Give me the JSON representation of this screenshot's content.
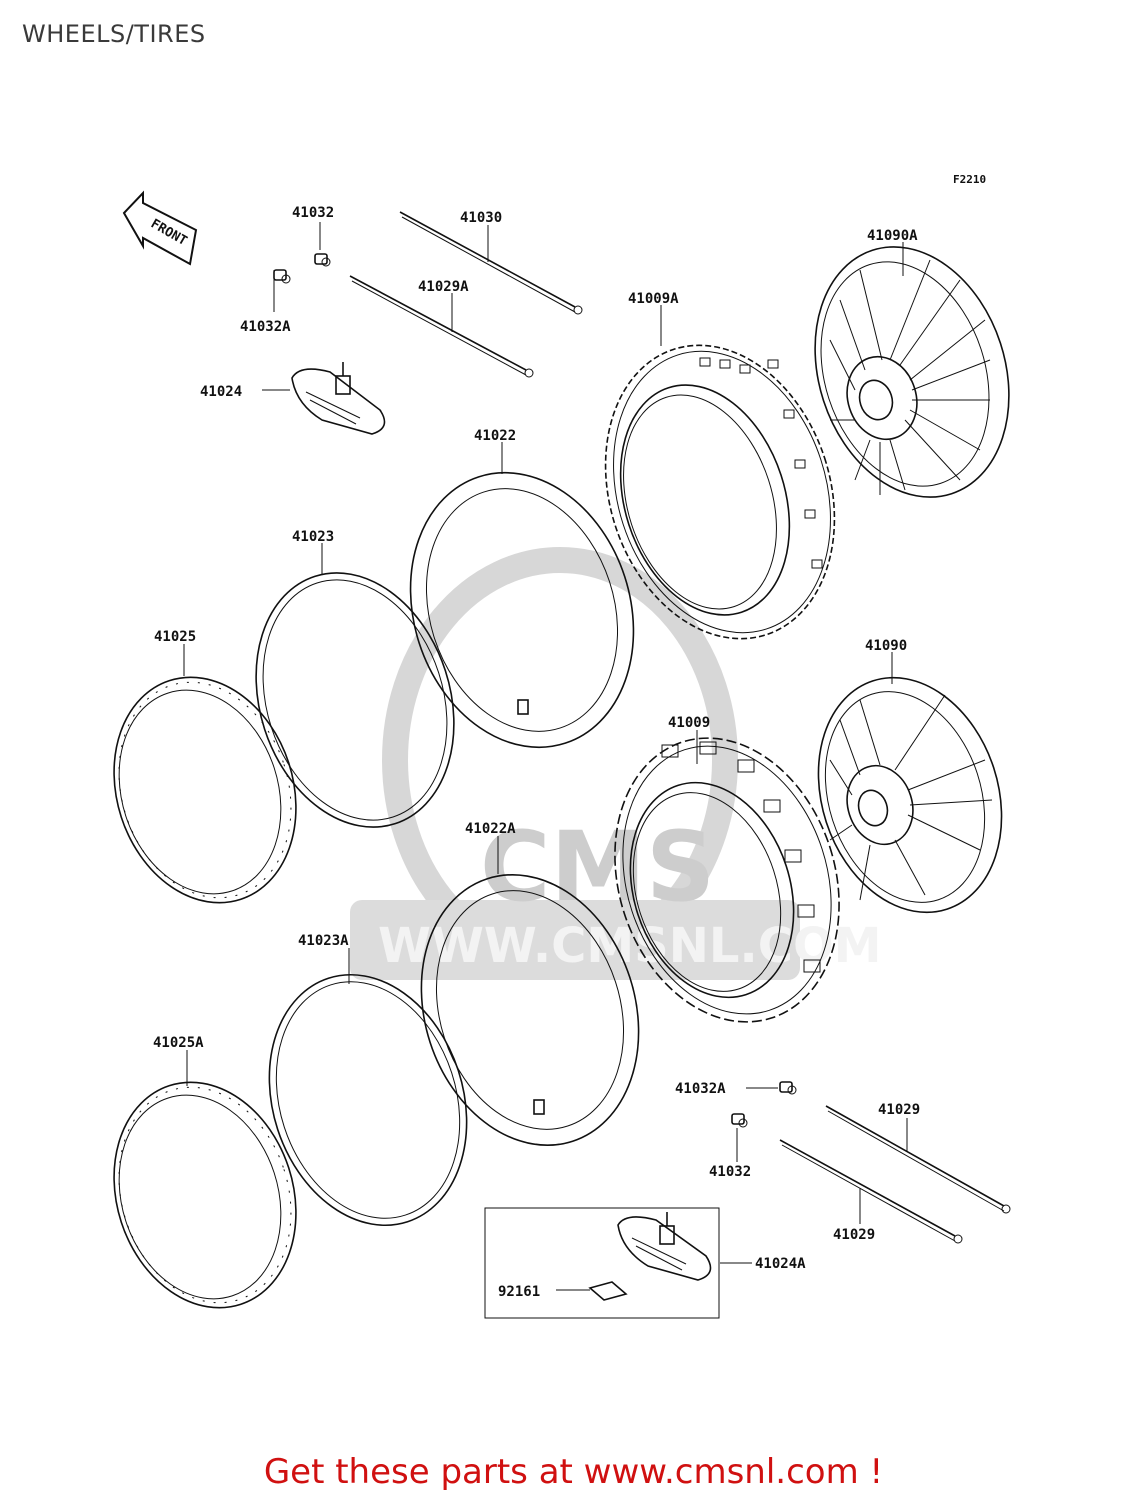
{
  "title": "WHEELS/TIRES",
  "figure_ref": "F2210",
  "front_label": "FRONT",
  "watermark": {
    "brand": "CMS",
    "url": "WWW.CMSNL.COM"
  },
  "promo_text": "Get these parts at www.cmsnl.com !",
  "parts": [
    "41032",
    "41030",
    "41032A",
    "41029A",
    "41024",
    "41009A",
    "41090A",
    "41022",
    "41023",
    "41025",
    "41090",
    "41009",
    "41022A",
    "41023A",
    "41025A",
    "41032A",
    "41029",
    "41032",
    "41029",
    "41024A",
    "92161"
  ],
  "colors": {
    "promo": "#d01010",
    "watermark": "#c8c8c8",
    "lines": "#111111"
  }
}
